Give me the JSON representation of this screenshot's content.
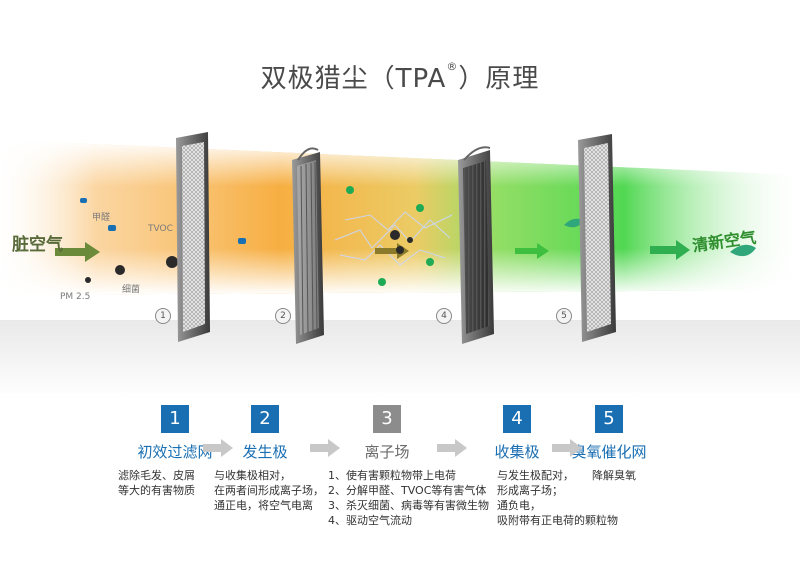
{
  "title": {
    "main": "双极猎尘（TPA",
    "reg": "®",
    "tail": "）原理"
  },
  "labels": {
    "dirty_air": "脏空气",
    "clean_air": "清新空气",
    "formaldehyde": "甲醛",
    "tvoc": "TVOC",
    "bacteria": "细菌",
    "pm25": "PM 2.5"
  },
  "panel_numbers": [
    "1",
    "2",
    "4",
    "5"
  ],
  "steps": [
    {
      "num": "1",
      "name": "初效过滤网",
      "desc": [
        "滤除毛发、皮屑",
        "等大的有害物质"
      ]
    },
    {
      "num": "2",
      "name": "发生极",
      "desc": [
        "与收集极相对，",
        "在两者间形成离子场，",
        "通正电，将空气电离"
      ]
    },
    {
      "num": "3",
      "name": "离子场",
      "desc": [
        "1、使有害颗粒物带上电荷",
        "2、分解甲醛、TVOC等有害气体",
        "3、杀灭细菌、病毒等有害微生物",
        "4、驱动空气流动"
      ]
    },
    {
      "num": "4",
      "name": "收集极",
      "desc": [
        "与发生极配对，",
        "形成离子场；",
        "通负电，",
        "吸附带有正电荷的颗粒物"
      ]
    },
    {
      "num": "5",
      "name": "臭氧催化网",
      "desc": [
        "降解臭氧"
      ]
    }
  ],
  "colors": {
    "accent": "#1a6fb3",
    "step3": "#8c8c8c",
    "beam_orange": "#f5a020",
    "beam_green": "#3fd33f"
  }
}
